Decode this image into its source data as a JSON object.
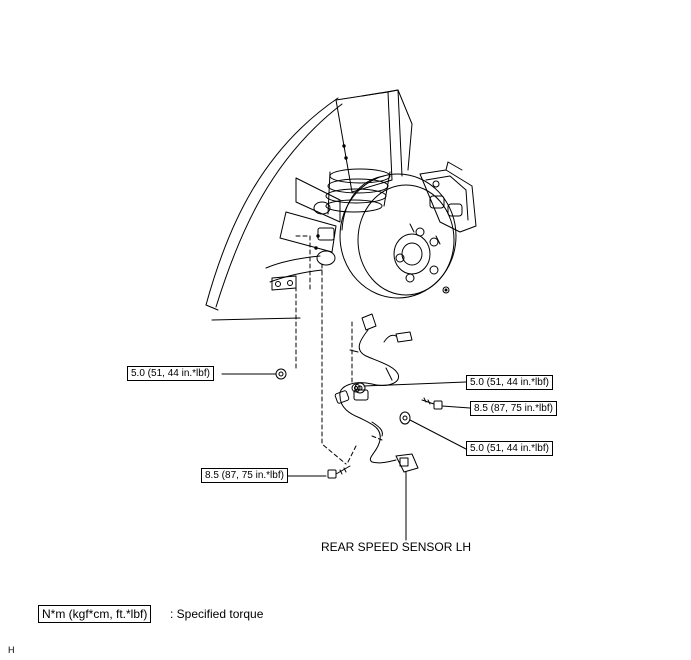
{
  "callouts": {
    "bracket_nut_upper_left": "5.0 (51, 44 in.*lbf)",
    "sensor_nut_upper_right": "5.0 (51, 44 in.*lbf)",
    "sensor_bolt_right": "8.5 (87, 75 in.*lbf)",
    "clamp_nut_lower_right": "5.0 (51, 44 in.*lbf)",
    "sensor_bolt_lower_left": "8.5 (87, 75 in.*lbf)"
  },
  "parts": {
    "rear_speed_sensor": "REAR SPEED SENSOR LH"
  },
  "legend": {
    "symbol": "N*m (kgf*cm, ft.*lbf)",
    "description": ": Specified torque"
  },
  "corner_code": "H"
}
